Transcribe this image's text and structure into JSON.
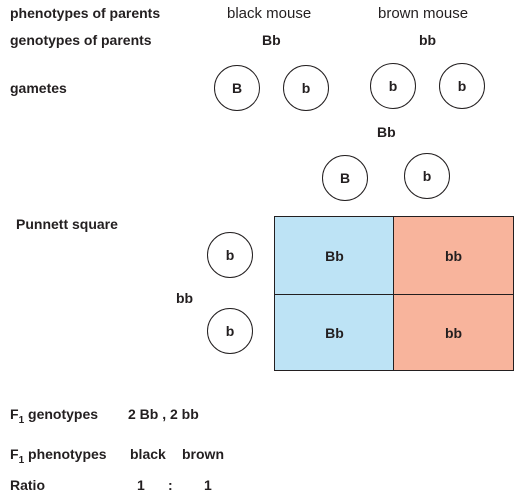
{
  "labels": {
    "phenotypes_parents": "phenotypes of parents",
    "genotypes_parents": "genotypes of parents",
    "gametes": "gametes",
    "punnett": "Punnett square"
  },
  "parents": {
    "black": {
      "phenotype": "black mouse",
      "genotype": "Bb",
      "gametes": [
        "B",
        "b"
      ]
    },
    "brown": {
      "phenotype": "brown mouse",
      "genotype": "bb",
      "gametes": [
        "b",
        "b"
      ]
    }
  },
  "punnett": {
    "top_genotype": "Bb",
    "top_gametes": [
      "B",
      "b"
    ],
    "side_genotype": "bb",
    "side_gametes": [
      "b",
      "b"
    ],
    "cells": [
      [
        "Bb",
        "bb"
      ],
      [
        "Bb",
        "bb"
      ]
    ],
    "colors": {
      "black_offspring": "#bde3f5",
      "brown_offspring": "#f8b49c"
    }
  },
  "results": {
    "f1_genotypes_prefix": "F",
    "f1_genotypes_sub": "1",
    "f1_genotypes_suffix": " genotypes",
    "f1_genotypes_value": "2 Bb , 2 bb",
    "f1_phenotypes_prefix": "F",
    "f1_phenotypes_sub": "1",
    "f1_phenotypes_suffix": " phenotypes",
    "f1_phenotypes_values": [
      "black",
      "brown"
    ],
    "ratio_label": "Ratio",
    "ratio_values": [
      "1",
      ":",
      "1"
    ]
  }
}
